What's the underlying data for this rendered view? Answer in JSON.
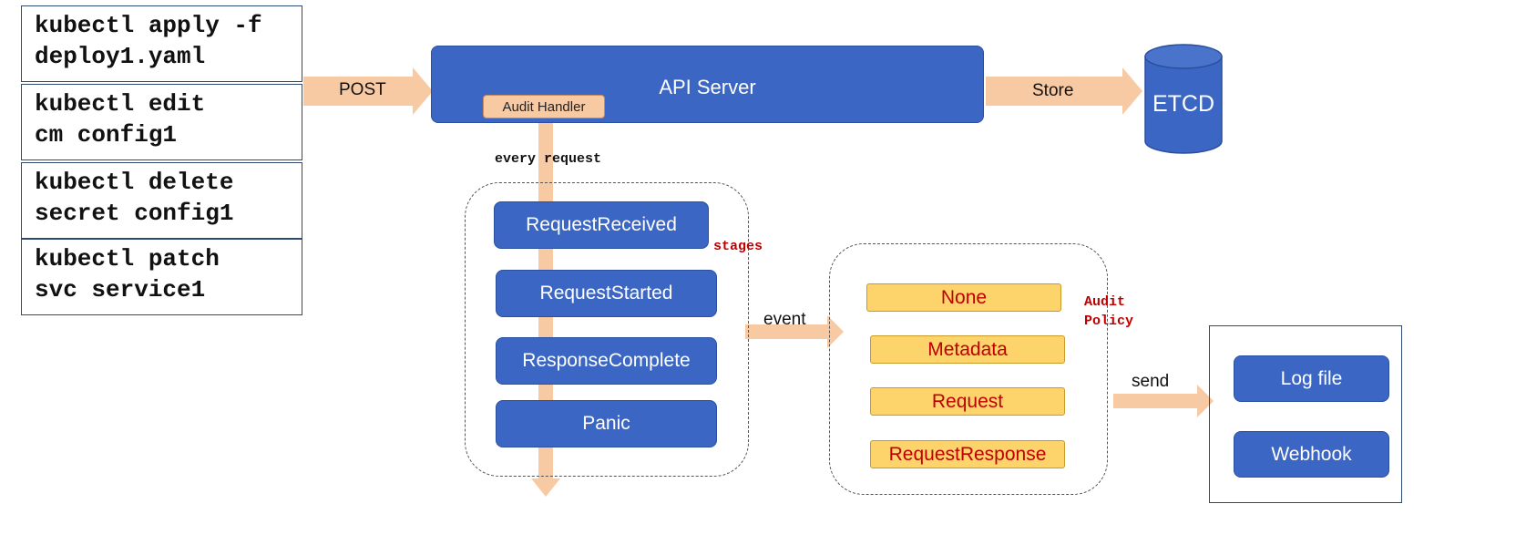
{
  "commands": [
    "kubectl apply -f\ndeploy1.yaml",
    "kubectl edit\ncm config1",
    "kubectl delete\nsecret config1",
    "kubectl patch\nsvc service1"
  ],
  "arrows": {
    "post": "POST",
    "store": "Store",
    "event": "event",
    "send": "send"
  },
  "api_server": {
    "title": "API Server",
    "audit_handler": "Audit Handler"
  },
  "etcd": "ETCD",
  "every_request": "every request",
  "stages_label": "stages",
  "stages": [
    "RequestReceived",
    "RequestStarted",
    "ResponseComplete",
    "Panic"
  ],
  "policy_label_line1": "Audit",
  "policy_label_line2": "Policy",
  "levels": [
    "None",
    "Metadata",
    "Request",
    "RequestResponse"
  ],
  "backends": [
    "Log file",
    "Webhook"
  ],
  "colors": {
    "box_blue": "#3b66c3",
    "level_yellow": "#fdd36b",
    "level_text": "#c00000",
    "arrow": "#f8caa4",
    "etcd": "#3b66c3",
    "annotation_red": "#c00000"
  }
}
